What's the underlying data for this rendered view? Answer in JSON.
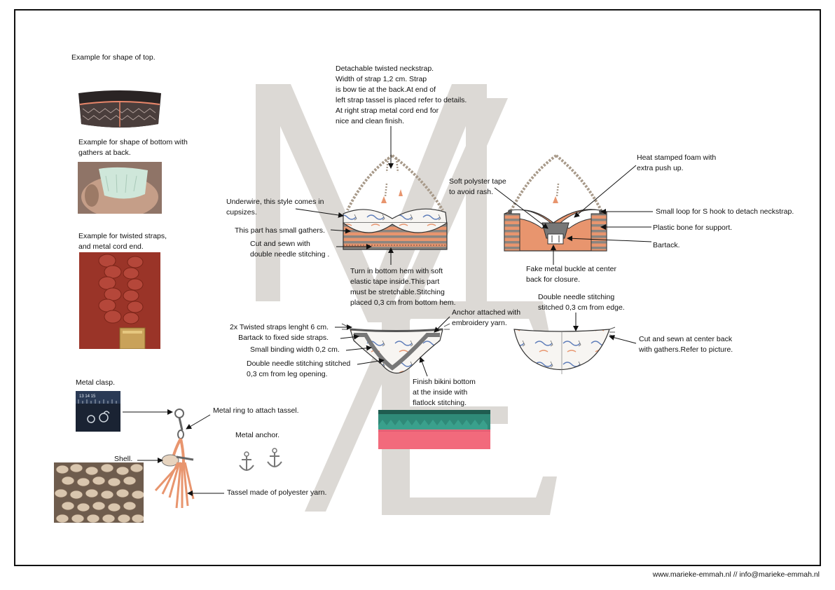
{
  "labels": {
    "example_top": "Example for shape of top.",
    "example_bottom": "Example for shape of bottom with\ngathers at back.",
    "example_straps": "Example for twisted straps,\nand metal cord end.",
    "metal_clasp": "Metal clasp.",
    "shell": "Shell.",
    "metal_ring": "Metal ring to attach tassel.",
    "metal_anchor": "Metal anchor.",
    "tassel": "Tassel made of polyester yarn.",
    "neckstrap": "Detachable twisted neckstrap.\nWidth of strap 1,2 cm. Strap\nis bow tie at the back.At end of\nleft strap tassel is placed refer to details.\nAt right strap metal cord end for\nnice and clean finish.",
    "underwire": "Underwire, this style comes in\ncupsizes.",
    "small_gathers": "This part has small gathers.",
    "cut_sewn_double": "Cut and sewn with\ndouble needle stitching .",
    "turn_in_hem": "Turn in bottom hem with soft\nelastic tape inside.This part\nmust be stretchable.Stitching\nplaced 0,3 cm from bottom hem.",
    "soft_tape": "Soft polyster tape\nto avoid rash.",
    "heat_foam": "Heat stamped foam with\nextra push up.",
    "small_loop": "Small loop for S hook to detach neckstrap.",
    "plastic_bone": "Plastic bone for support.",
    "bartack": "Bartack.",
    "fake_buckle": "Fake metal buckle at center\nback for closure.",
    "twisted_straps": "2x Twisted straps lenght 6 cm.\nBartack to fixed side straps.",
    "anchor_attached": "Anchor attached with\nembroidery yarn.",
    "small_binding": "Small binding width 0,2 cm.",
    "double_needle_leg": "Double needle stitching stitched\n0,3 cm from leg opening.",
    "finish_inside": "Finish bikini bottom\nat the inside with\nflatlock  stitching.",
    "double_needle_edge": "Double needle stitching\nstitched 0,3 cm from edge.",
    "cut_sewn_center": "Cut and sewn at center back\nwith gathers.Refer to picture."
  },
  "footer": "www.marieke-emmah.nl // info@marieke-emmah.nl",
  "ruler_numbers": "13 14 15",
  "colors": {
    "frame": "#111111",
    "salmon": "#e8956e",
    "stripe_grey": "#8a8580",
    "watermark": "#d9d6d2",
    "strap": "#a89a8a",
    "strap_red": "#a33a2e",
    "teal": "#2e8b7a",
    "pink": "#f06a7a"
  }
}
